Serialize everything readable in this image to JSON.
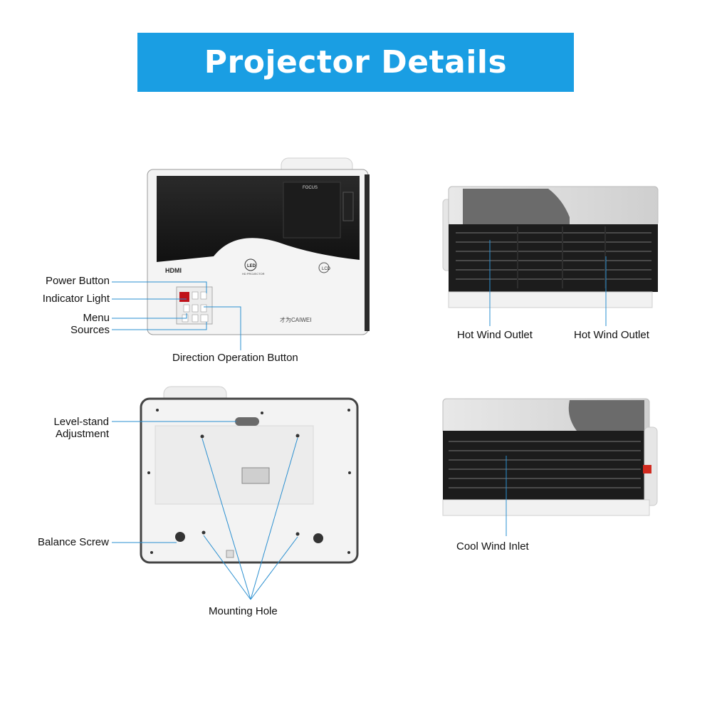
{
  "banner": {
    "title": "Projector Details"
  },
  "top_view": {
    "focus_label": "FOCUS",
    "hdmi_logo": "HDMI",
    "led_logo": "LED",
    "led_sub": "HD PROJECTOR",
    "lcd_logo": "LCD",
    "brand": "才为CAIWEI",
    "callouts": {
      "power_button": "Power Button",
      "indicator_light": "Indicator Light",
      "menu": "Menu",
      "sources": "Sources",
      "direction": "Direction Operation Button"
    }
  },
  "bottom_view": {
    "callouts": {
      "level_stand": [
        "Level-stand",
        "Adjustment"
      ],
      "balance_screw": "Balance Screw",
      "mounting_hole": "Mounting Hole"
    }
  },
  "side_view_right": {
    "callouts": {
      "outlet_1": "Hot Wind Outlet",
      "outlet_2": "Hot Wind Outlet"
    }
  },
  "side_view_left": {
    "callouts": {
      "inlet": "Cool Wind Inlet"
    }
  },
  "colors": {
    "banner": "#1a9ee3",
    "callout_line": "#2a8fd0"
  }
}
